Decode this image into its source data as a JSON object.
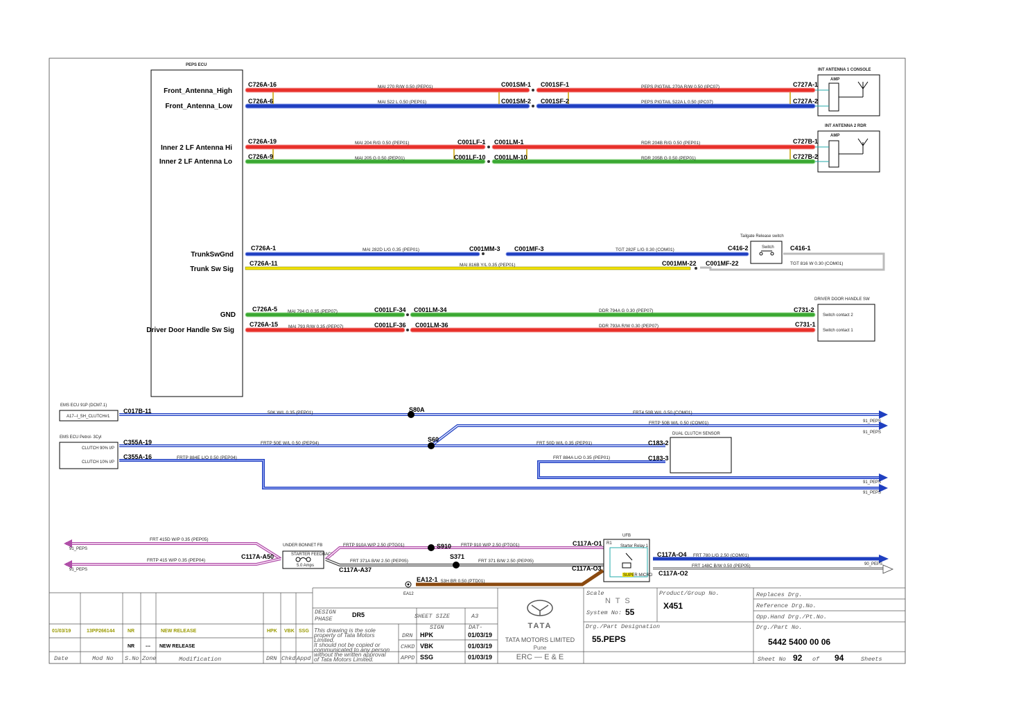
{
  "ecu": {
    "title": "PEPS ECU"
  },
  "pins": {
    "p1": "Front_Antenna_High",
    "p2": "Front_Antenna_Low",
    "p3": "Inner 2 LF Antenna Hi",
    "p4": "Inner 2 LF Antenna Lo",
    "p5": "TrunkSwGnd",
    "p6": "Trunk Sw Sig",
    "p7": "GND",
    "p8": "Driver Door Handle Sw Sig"
  },
  "connectors": {
    "c1": "C726A-16",
    "c2": "C726A-6",
    "c3": "C001SM-1",
    "c4": "C001SF-1",
    "c5": "C001SM-2",
    "c6": "C001SF-2",
    "c7": "C727A-1",
    "c8": "C727A-2",
    "c9": "C726A-19",
    "c10": "C726A-9",
    "c11": "C001LF-1",
    "c12": "C001LM-1",
    "c13": "C001LF-10",
    "c14": "C001LM-10",
    "c15": "C727B-1",
    "c16": "C727B-2",
    "c17": "C726A-1",
    "c18": "C726A-11",
    "c19": "C001MM-3",
    "c20": "C001MF-3",
    "c21": "C001MM-22",
    "c22": "C001MF-22",
    "c23": "C416-2",
    "c24": "C416-1",
    "c25": "C726A-5",
    "c26": "C726A-15",
    "c27": "C001LF-34",
    "c28": "C001LM-34",
    "c29": "C001LF-36",
    "c30": "C001LM-36",
    "c31": "C731-2",
    "c32": "C731-1",
    "c33": "C017B-11",
    "c34": "S80A",
    "c35": "C355A-19",
    "c36": "S60",
    "c37": "C355A-16",
    "c38": "C183-2",
    "c39": "C183-3",
    "c40": "C117A-A50",
    "c41": "C117A-A37",
    "c42": "S910",
    "c43": "S371",
    "c44": "C117A-O1",
    "c45": "C117A-O3",
    "c46": "C117A-O4",
    "c47": "C117A-O2",
    "c48": "EA12-1"
  },
  "wires": {
    "w1": "MAI  270  R/W  0.50  (PEP01)",
    "w2": "PEPS PIGTAIL   270A  R/W  0.50  (IPC07)",
    "w3": "MAI  522  L  0.50  (PEP01)",
    "w4": "PEPS PIGTAIL   522A  L  0.50  (IPC07)",
    "w5": "MAI  204  R/G  0.50  (PEP01)",
    "w6": "RDR  204B  R/G  0.50  (PEP01)",
    "w7": "MAI  205  G  0.50  (PEP01)",
    "w8": "RDR  205B  G  0.50  (PEP01)",
    "w9": "MAI  282D  L/G  0.35  (PEP01)",
    "w10": "TGT  282F  L/G  0.30  (COM01)",
    "w11": "MAI  816B  Y/L  0.35  (PEP01)",
    "w12": "TGT  816  W  0.30  (COM01)",
    "w13": "MAI  794  G  0.35  (PEP07)",
    "w14": "DDR  794A  G  0.30  (PEP07)",
    "w15": "MAI  793  R/W  0.35  (PEP07)",
    "w16": "DDR  793A  R/W  0.30  (PEP07)",
    "w17": "50K  W/L  0.35  (PEP01)",
    "w18": "FRT4  50B  W/L  0.50  (COM01)",
    "w19": "FRTP   50B  W/L  0.50  (COM01)",
    "w20": "FRTP  50E  W/L  0.50  (PEP04)",
    "w21": "FRT  50D  W/L  0.35  (PEP01)",
    "w22": "FRTP  884E  L/O  0.50  (PEP04)",
    "w23": "FRT  884A  L/O  0.35  (PEP01)",
    "w24": "FRT  415D  W/P  0.35  (PEP05)",
    "w25": "FRTP  415  W/P  0.35  (PEP04)",
    "w26": "FRTP  910A  W/P  2.50  (PTG01)",
    "w27": "FRTP  910  W/P  2.50  (PTG01)",
    "w28": "FRT  371A  B/W  2.50  (PEP05)",
    "w29": "FRT  371  B/W  2.50  (PEP05)",
    "w30": "53H  BR  0.50  (PTD01)",
    "w31": "FRT  780  L/G  2.50  (COM01)",
    "w32": "FRT  148C  B/W  0.50  (PEP05)"
  },
  "components": {
    "ant1": "INT ANTENNA 1 CONSOLE",
    "ant2": "INT ANTENNA 2 RDR",
    "amp": "AMP",
    "tailgate": "Tailgate Release switch",
    "switch": "Switch",
    "door": "DRIVER DOOR HANDLE SW",
    "sc2": "Switch contact 2",
    "sc1": "Switch contact 1",
    "ems1": "EMS ECU 91P (DCM7.1)",
    "ems1pin": "A17--I_SH_CLUTCH#1",
    "ems2": "EMS ECU Petrol- 3Cyl",
    "ems2pin1": "CLUTCH 90% I/P",
    "ems2pin2": "CLUTCH 10% I/P",
    "clutch": "DUAL CLUTCH SENSOR",
    "ubfb": "UNDER BONNET FB",
    "sfb": "STARTER FEEDBACK",
    "amps": "5.0 Amps",
    "ufb": "UFB",
    "r1": "R1",
    "relay": "Starter Relay 1",
    "relayc": "SUPER MICRO",
    "ref1": "91_PEPS",
    "ref2": "91_PEPS",
    "ref3": "91_PEPS",
    "ref4": "91_PEPS",
    "ref5": "91_PEPS",
    "ref6": "91_PEPS",
    "ref7": "90_PEPS",
    "ea12": "EA12"
  },
  "title_block": {
    "rev_date": "01/03/19",
    "rev_mod": "13PP266144",
    "rev_sno": "NR",
    "rev_desc": "NEW RELEASE",
    "rev_drn": "HPK",
    "rev_chkd": "VBK",
    "rev_appd": "SSG",
    "rev2_sno": "NR",
    "rev2_zone": "---",
    "rev2_desc": "NEW RELEASE",
    "h_date": "Date",
    "h_mod": "Mod No",
    "h_sno": "S.No",
    "h_zone": "Zone",
    "h_modif": "Modification",
    "h_drn": "DRN",
    "h_chkd": "Chkd",
    "h_appd": "Appd",
    "phase_l": "DESIGN",
    "phase_l2": "PHASE",
    "phase": "DR5",
    "sheet_size_l": "SHEET SIZE",
    "sheet_size": "A3",
    "sign_l": "SIGN",
    "dat_l": "DAT-",
    "note1": "This drawing is the sole",
    "note2": "property of Tata Motors",
    "note3": "Limited.",
    "note4": "  It should not be copied or",
    "note5": "communicated to any person",
    "note6": "without the written approval",
    "note7": "of Tata Motors Limited.",
    "drn_l": "DRN",
    "drn": "HPK",
    "drn_d": "01/03/19",
    "chkd_l": "CHKD",
    "chkd": "VBK",
    "chkd_d": "01/03/19",
    "appd_l": "APPD",
    "appd": "SSG",
    "appd_d": "01/03/19",
    "logo": "TATA",
    "company1": "TATA MOTORS LIMITED",
    "company2": "Pune",
    "company3": "ERC — E & E",
    "scale_l": "Scale",
    "scale": "N T S",
    "system_l": "System No:",
    "system": "55",
    "group_l": "Product/Group No.",
    "group": "X451",
    "desig_l": "Drg./Part Designation",
    "desig": "55.PEPS",
    "replaces_l": "Replaces Drg.",
    "reference_l": "Reference Drg.No.",
    "opp_l": "Opp.Hand Drg./Pt.No.",
    "partno_l": "Drg./Part No.",
    "partno": "5442 5400 00 06",
    "sheetno_l": "Sheet No",
    "sheetno": "92",
    "of_l": "of",
    "sheets": "94",
    "sheets_l": "Sheets"
  },
  "colors": {
    "red": "#e8302a",
    "blue": "#1f3fc0",
    "green": "#3aa832",
    "yellow": "#f2e200",
    "brown": "#8b4a10",
    "pink": "#e89ad8"
  }
}
